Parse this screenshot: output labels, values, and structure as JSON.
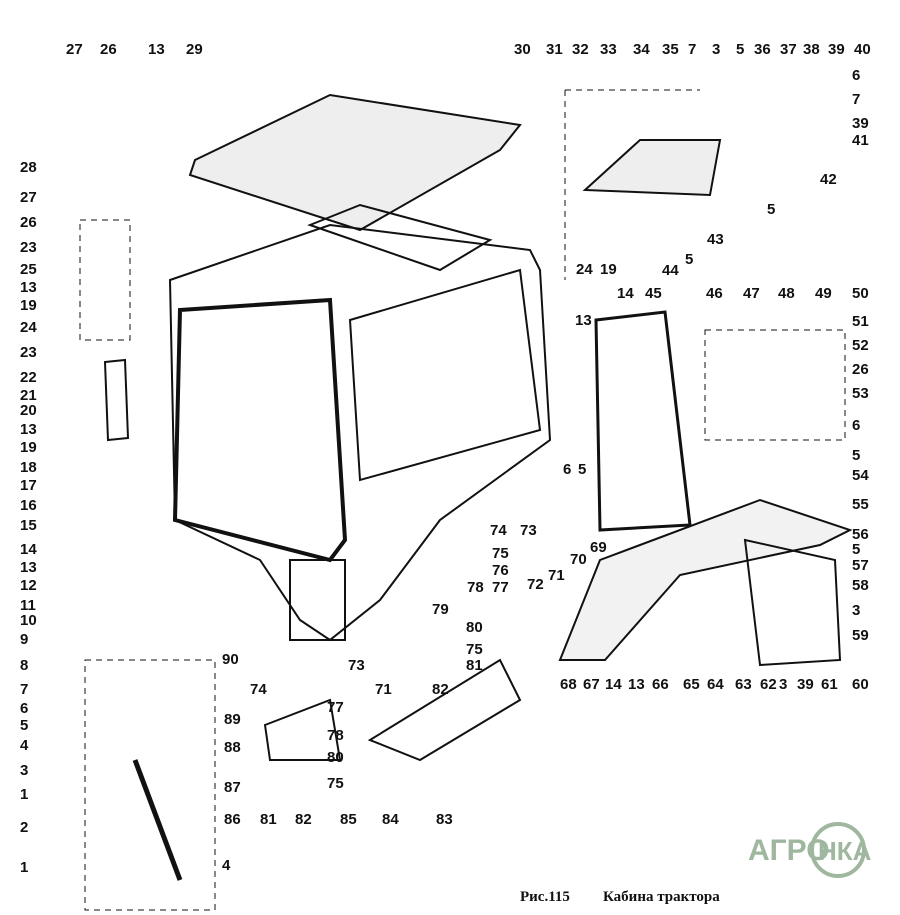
{
  "caption": {
    "figure": "Рис.115",
    "title": "Кабина трактора"
  },
  "logo": {
    "left": "АГРО",
    "right": "НКА"
  },
  "colors": {
    "ink": "#111111",
    "logo": "#9fb79f"
  },
  "labels": [
    "27",
    "26",
    "13",
    "29",
    "30",
    "31",
    "32",
    "33",
    "34",
    "35",
    "7",
    "3",
    "5",
    "36",
    "37",
    "38",
    "39",
    "40",
    "6",
    "7",
    "39",
    "41",
    "42",
    "5",
    "43",
    "5",
    "44",
    "24",
    "19",
    "14",
    "45",
    "46",
    "47",
    "48",
    "49",
    "50",
    "13",
    "51",
    "52",
    "26",
    "53",
    "6",
    "5",
    "54",
    "55",
    "56",
    "5",
    "57",
    "58",
    "3",
    "59",
    "68",
    "67",
    "14",
    "13",
    "66",
    "65",
    "64",
    "63",
    "62",
    "3",
    "39",
    "61",
    "60",
    "6",
    "5",
    "73",
    "74",
    "75",
    "76",
    "72",
    "71",
    "70",
    "69",
    "78",
    "77",
    "80",
    "75",
    "81",
    "82",
    "28",
    "27",
    "26",
    "23",
    "25",
    "13",
    "19",
    "24",
    "23",
    "22",
    "21",
    "20",
    "13",
    "19",
    "18",
    "17",
    "16",
    "15",
    "14",
    "13",
    "12",
    "11",
    "10",
    "9",
    "8",
    "7",
    "6",
    "5",
    "4",
    "3",
    "1",
    "2",
    "1",
    "90",
    "74",
    "73",
    "71",
    "89",
    "77",
    "78",
    "88",
    "80",
    "75",
    "87",
    "86",
    "81",
    "82",
    "85",
    "84",
    "83",
    "79",
    "4"
  ]
}
